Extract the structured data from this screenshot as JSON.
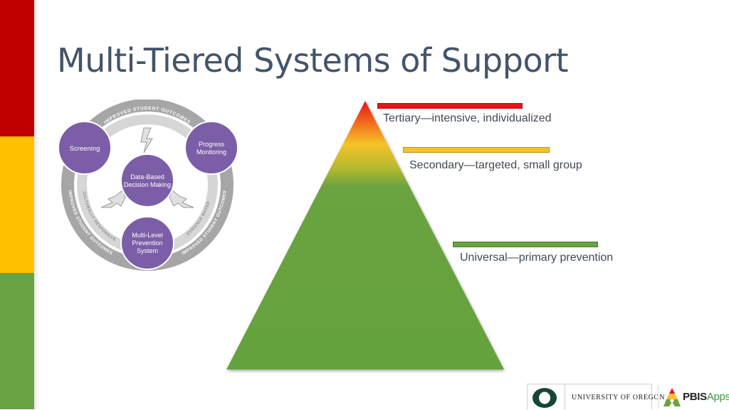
{
  "slide": {
    "title": "Multi-Tiered Systems of Support"
  },
  "sidebar": {
    "colors": [
      "#c00000",
      "#ffc000",
      "#6aa341"
    ]
  },
  "cycle_diagram": {
    "center": "Data-Based Decision Making",
    "center_lines": [
      "Data-Based",
      "Decision Making"
    ],
    "nodes": [
      {
        "name": "screening",
        "lines": [
          "Screening"
        ]
      },
      {
        "name": "progress-monitoring",
        "lines": [
          "Progress",
          "Monitoring"
        ]
      },
      {
        "name": "multi-level-prevention-system",
        "lines": [
          "Multi-Level",
          "Prevention",
          "System"
        ]
      }
    ],
    "ring_labels": {
      "top": "IMPROVED STUDENT OUTCOMES",
      "left_outer": "IMPROVED STUDENT OUTCOMES",
      "left_inner": "CULTURALLY RESPONSIVE",
      "right_outer": "IMPROVED STUDENT OUTCOMES",
      "right_inner": "EVIDENCE BASED"
    },
    "colors": {
      "node": "#7b5ea7",
      "ring": "#a6a6a6",
      "ring_light": "#d2d2d2"
    }
  },
  "pyramid": {
    "tiers": [
      {
        "name": "tertiary",
        "label": "Tertiary—intensive, individualized",
        "color": "#e8141b"
      },
      {
        "name": "secondary",
        "label": "Secondary—targeted, small group",
        "color": "#f5c22a"
      },
      {
        "name": "universal",
        "label": "Universal—primary prevention",
        "color": "#6aa341"
      }
    ]
  },
  "footer": {
    "university": "UNIVERSITY OF OREGON",
    "pbis_main": "PBIS",
    "pbis_apps": "Apps",
    "uo_green": "#154733",
    "uo_yellow": "#fee123"
  }
}
